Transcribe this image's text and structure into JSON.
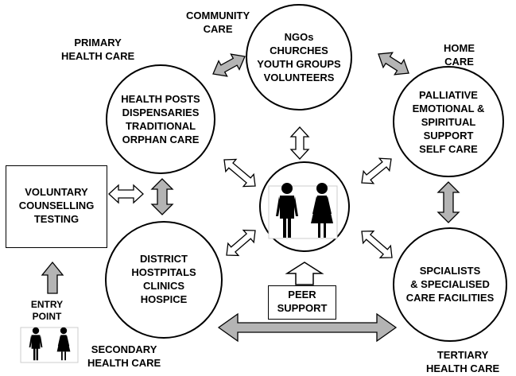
{
  "colors": {
    "ink": "#000000",
    "grey_arrow": "#b4b4b4",
    "outline_arrow": "#ffffff",
    "background": "#ffffff"
  },
  "icons": {
    "figures": "man-woman-icon",
    "arrows": [
      "double-arrow-icon",
      "up-arrow-icon"
    ]
  },
  "community_care": {
    "heading": [
      "COMMUNITY",
      "CARE"
    ],
    "circle": [
      "NGOs",
      "CHURCHES",
      "YOUTH GROUPS",
      "VOLUNTEERS"
    ]
  },
  "primary_health_care": {
    "heading": [
      "PRIMARY",
      "HEALTH CARE"
    ],
    "circle": [
      "HEALTH POSTS",
      "DISPENSARIES",
      "TRADITIONAL",
      "ORPHAN CARE"
    ]
  },
  "home_care": {
    "heading": [
      "HOME",
      "CARE"
    ],
    "circle": [
      "PALLIATIVE",
      "EMOTIONAL &",
      "SPIRITUAL",
      "SUPPORT",
      "SELF CARE"
    ]
  },
  "vct": {
    "box": [
      "VOLUNTARY",
      "COUNSELLING",
      "TESTING"
    ]
  },
  "secondary_health_care": {
    "heading": [
      "SECONDARY",
      "HEALTH CARE"
    ],
    "circle": [
      "DISTRICT",
      "HOSTPITALS",
      "CLINICS",
      "HOSPICE"
    ]
  },
  "tertiary_health_care": {
    "heading": [
      "TERTIARY",
      "HEALTH CARE"
    ],
    "circle": [
      "SPCIALISTS",
      "& SPECIALISED",
      "CARE FACILITIES"
    ]
  },
  "peer_support": [
    "PEER",
    "SUPPORT"
  ],
  "entry_point": [
    "ENTRY",
    "POINT"
  ]
}
